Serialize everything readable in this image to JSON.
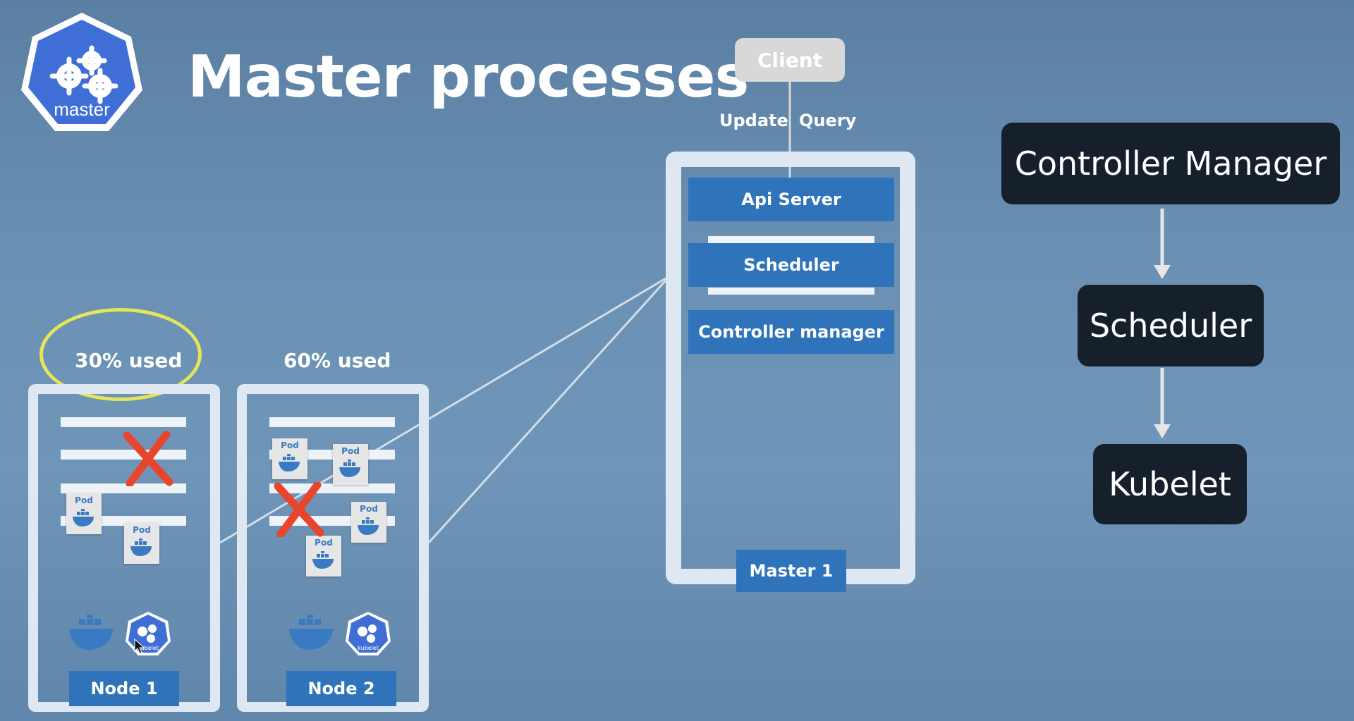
{
  "title": "Master processes",
  "logo": {
    "label": "master"
  },
  "client": {
    "label": "Client"
  },
  "flow_labels": {
    "update": "Update",
    "query": "Query"
  },
  "master": {
    "processes": [
      "Api Server",
      "Scheduler",
      "Controller manager"
    ],
    "label": "Master 1"
  },
  "nodes": [
    {
      "label": "Node 1",
      "usage": "30% used",
      "highlighted": true
    },
    {
      "label": "Node 2",
      "usage": "60% used",
      "highlighted": false
    }
  ],
  "pod_label": "Pod",
  "kubelet_label": "kubelet",
  "flow_chain": [
    "Controller Manager",
    "Scheduler",
    "Kubelet"
  ],
  "colors": {
    "process_blue": "#2f73bb",
    "box_border": "#dfe8f2",
    "dark_box": "#16202b",
    "highlight": "#e5e55a",
    "cross": "#e8452c",
    "logo_blue": "#3f6fd6"
  }
}
